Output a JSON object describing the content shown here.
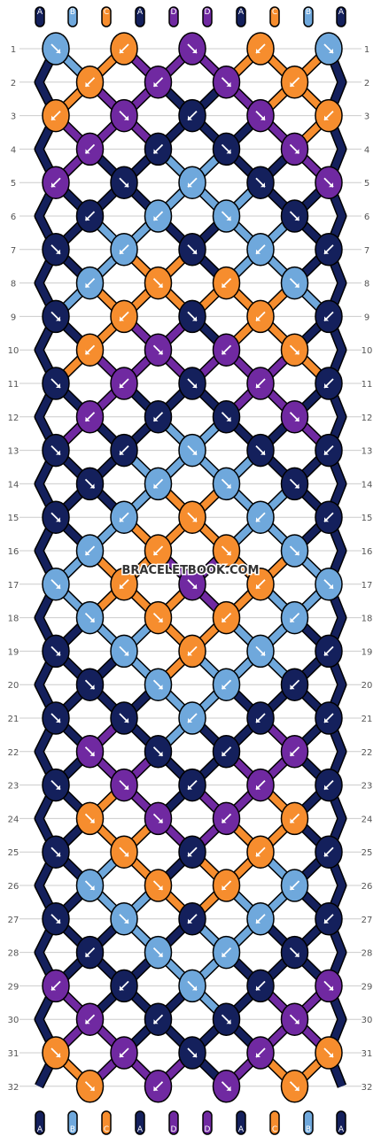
{
  "watermark": "BRACELETBOOK.COM",
  "colors": {
    "A": "#14205c",
    "B": "#6fa8dc",
    "C": "#f68d2e",
    "D": "#7029a1",
    "outline": "#000000",
    "gridline": "#cccccc",
    "label_text": "#555555"
  },
  "string_letters": [
    "A",
    "B",
    "C",
    "A",
    "D",
    "D",
    "A",
    "C",
    "B",
    "A"
  ],
  "row_labels": [
    "1",
    "2",
    "3",
    "4",
    "5",
    "6",
    "7",
    "8",
    "9",
    "10",
    "11",
    "12",
    "13",
    "14",
    "15",
    "16",
    "17",
    "18",
    "19",
    "20",
    "21",
    "22",
    "23",
    "24",
    "25",
    "26",
    "27",
    "28",
    "29",
    "30",
    "31",
    "32"
  ],
  "knots": [
    [
      [
        "B",
        "se"
      ],
      [
        "C",
        "sw"
      ],
      [
        "D",
        "se"
      ],
      [
        "C",
        "sw"
      ],
      [
        "B",
        "se"
      ]
    ],
    [
      [
        "C",
        "sw"
      ],
      [
        "D",
        "sw"
      ],
      [
        "D",
        "se"
      ],
      [
        "C",
        "sw"
      ]
    ],
    [
      [
        "C",
        "sw"
      ],
      [
        "D",
        "se"
      ],
      [
        "A",
        "sw"
      ],
      [
        "D",
        "se"
      ],
      [
        "C",
        "sw"
      ]
    ],
    [
      [
        "D",
        "sw"
      ],
      [
        "A",
        "sw"
      ],
      [
        "A",
        "se"
      ],
      [
        "D",
        "se"
      ]
    ],
    [
      [
        "D",
        "sw"
      ],
      [
        "A",
        "se"
      ],
      [
        "B",
        "sw"
      ],
      [
        "A",
        "se"
      ],
      [
        "D",
        "se"
      ]
    ],
    [
      [
        "A",
        "sw"
      ],
      [
        "B",
        "sw"
      ],
      [
        "B",
        "se"
      ],
      [
        "A",
        "se"
      ]
    ],
    [
      [
        "A",
        "se"
      ],
      [
        "B",
        "sw"
      ],
      [
        "A",
        "se"
      ],
      [
        "B",
        "sw"
      ],
      [
        "A",
        "sw"
      ]
    ],
    [
      [
        "B",
        "sw"
      ],
      [
        "C",
        "se"
      ],
      [
        "C",
        "sw"
      ],
      [
        "B",
        "se"
      ]
    ],
    [
      [
        "A",
        "se"
      ],
      [
        "C",
        "sw"
      ],
      [
        "A",
        "se"
      ],
      [
        "C",
        "sw"
      ],
      [
        "A",
        "sw"
      ]
    ],
    [
      [
        "C",
        "sw"
      ],
      [
        "D",
        "se"
      ],
      [
        "D",
        "sw"
      ],
      [
        "C",
        "se"
      ]
    ],
    [
      [
        "A",
        "se"
      ],
      [
        "D",
        "sw"
      ],
      [
        "A",
        "se"
      ],
      [
        "D",
        "sw"
      ],
      [
        "A",
        "sw"
      ]
    ],
    [
      [
        "D",
        "sw"
      ],
      [
        "A",
        "sw"
      ],
      [
        "A",
        "se"
      ],
      [
        "D",
        "se"
      ]
    ],
    [
      [
        "A",
        "se"
      ],
      [
        "A",
        "sw"
      ],
      [
        "B",
        "se"
      ],
      [
        "A",
        "se"
      ],
      [
        "A",
        "sw"
      ]
    ],
    [
      [
        "A",
        "se"
      ],
      [
        "B",
        "sw"
      ],
      [
        "B",
        "se"
      ],
      [
        "A",
        "se"
      ]
    ],
    [
      [
        "A",
        "se"
      ],
      [
        "B",
        "sw"
      ],
      [
        "C",
        "se"
      ],
      [
        "B",
        "sw"
      ],
      [
        "A",
        "sw"
      ]
    ],
    [
      [
        "B",
        "sw"
      ],
      [
        "C",
        "sw"
      ],
      [
        "C",
        "se"
      ],
      [
        "B",
        "se"
      ]
    ],
    [
      [
        "B",
        "se"
      ],
      [
        "C",
        "sw"
      ],
      [
        "D",
        "se"
      ],
      [
        "C",
        "sw"
      ],
      [
        "B",
        "se"
      ]
    ],
    [
      [
        "B",
        "se"
      ],
      [
        "C",
        "se"
      ],
      [
        "C",
        "sw"
      ],
      [
        "B",
        "sw"
      ]
    ],
    [
      [
        "A",
        "se"
      ],
      [
        "B",
        "se"
      ],
      [
        "C",
        "sw"
      ],
      [
        "B",
        "se"
      ],
      [
        "A",
        "sw"
      ]
    ],
    [
      [
        "A",
        "se"
      ],
      [
        "B",
        "se"
      ],
      [
        "B",
        "sw"
      ],
      [
        "A",
        "sw"
      ]
    ],
    [
      [
        "A",
        "se"
      ],
      [
        "A",
        "se"
      ],
      [
        "B",
        "sw"
      ],
      [
        "A",
        "sw"
      ],
      [
        "A",
        "sw"
      ]
    ],
    [
      [
        "D",
        "se"
      ],
      [
        "A",
        "se"
      ],
      [
        "A",
        "sw"
      ],
      [
        "D",
        "sw"
      ]
    ],
    [
      [
        "A",
        "se"
      ],
      [
        "D",
        "se"
      ],
      [
        "A",
        "sw"
      ],
      [
        "D",
        "sw"
      ],
      [
        "A",
        "sw"
      ]
    ],
    [
      [
        "C",
        "se"
      ],
      [
        "D",
        "se"
      ],
      [
        "D",
        "sw"
      ],
      [
        "C",
        "sw"
      ]
    ],
    [
      [
        "A",
        "se"
      ],
      [
        "C",
        "se"
      ],
      [
        "A",
        "sw"
      ],
      [
        "C",
        "sw"
      ],
      [
        "A",
        "sw"
      ]
    ],
    [
      [
        "B",
        "se"
      ],
      [
        "C",
        "se"
      ],
      [
        "C",
        "sw"
      ],
      [
        "B",
        "sw"
      ]
    ],
    [
      [
        "A",
        "se"
      ],
      [
        "B",
        "se"
      ],
      [
        "A",
        "sw"
      ],
      [
        "B",
        "sw"
      ],
      [
        "A",
        "sw"
      ]
    ],
    [
      [
        "A",
        "sw"
      ],
      [
        "B",
        "se"
      ],
      [
        "B",
        "sw"
      ],
      [
        "A",
        "se"
      ]
    ],
    [
      [
        "D",
        "sw"
      ],
      [
        "A",
        "sw"
      ],
      [
        "B",
        "se"
      ],
      [
        "A",
        "sw"
      ],
      [
        "D",
        "se"
      ]
    ],
    [
      [
        "D",
        "sw"
      ],
      [
        "A",
        "sw"
      ],
      [
        "A",
        "se"
      ],
      [
        "D",
        "se"
      ]
    ],
    [
      [
        "C",
        "se"
      ],
      [
        "D",
        "sw"
      ],
      [
        "A",
        "se"
      ],
      [
        "D",
        "sw"
      ],
      [
        "C",
        "se"
      ]
    ],
    [
      [
        "C",
        "se"
      ],
      [
        "D",
        "sw"
      ],
      [
        "D",
        "se"
      ],
      [
        "C",
        "se"
      ]
    ]
  ]
}
